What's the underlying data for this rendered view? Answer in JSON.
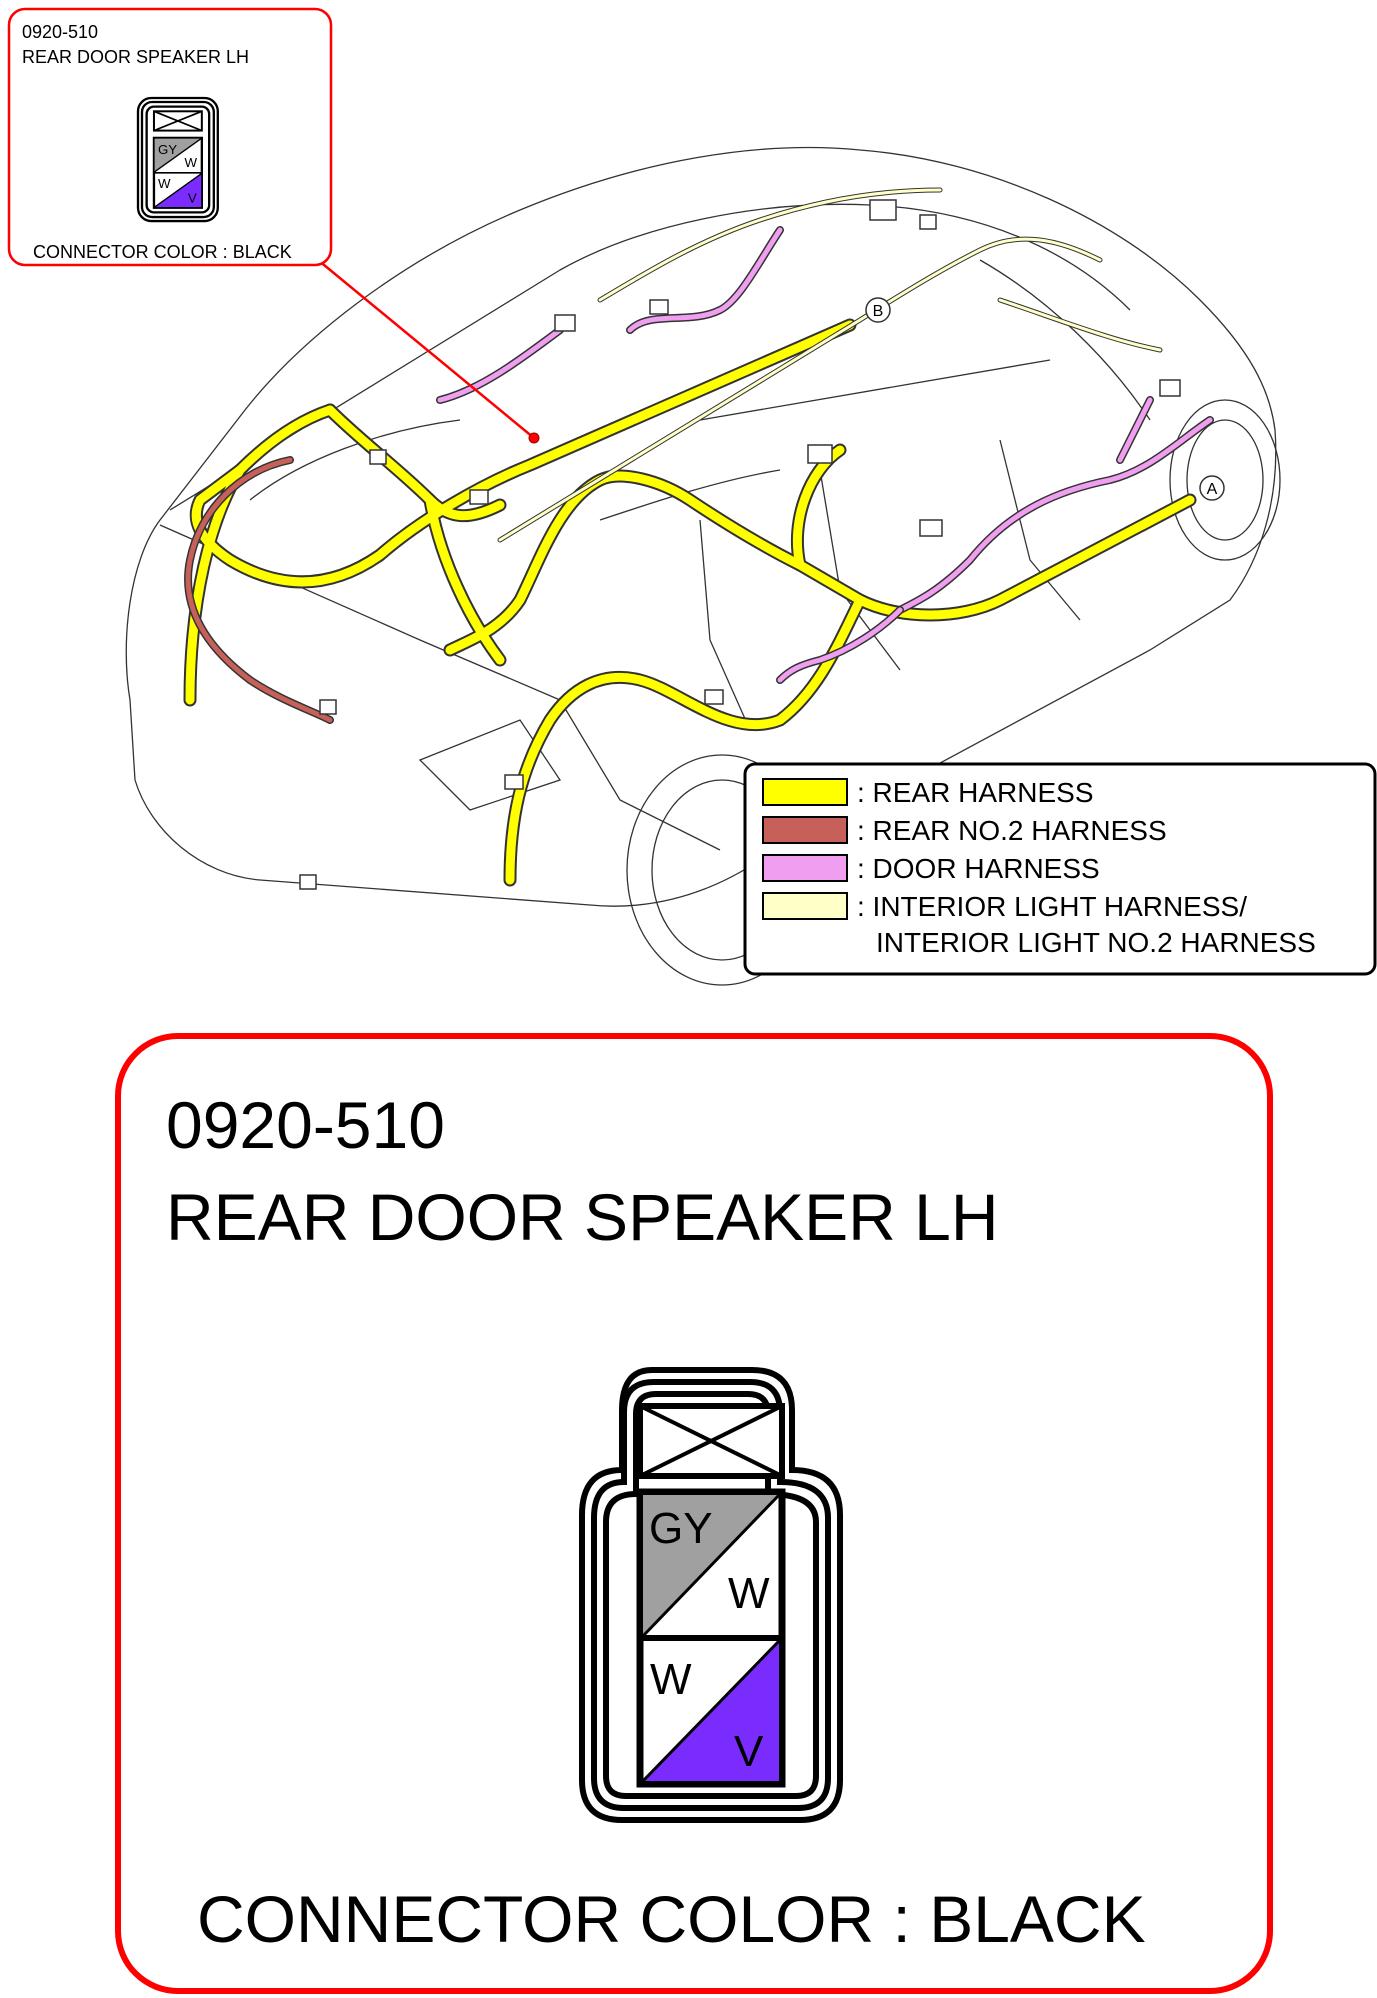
{
  "small_callout": {
    "code": "0920-510",
    "name": "REAR DOOR SPEAKER LH",
    "connector_color": "CONNECTOR COLOR : BLACK"
  },
  "markers": {
    "a": "A",
    "b": "B"
  },
  "legend": [
    {
      "label": ": REAR HARNESS",
      "color": "#ffff00"
    },
    {
      "label": ": REAR NO.2 HARNESS",
      "color": "#c8605a"
    },
    {
      "label": ": DOOR HARNESS",
      "color": "#f09ef0"
    },
    {
      "label": ": INTERIOR LIGHT HARNESS/",
      "label2": "INTERIOR LIGHT NO.2 HARNESS",
      "color": "#ffffc8"
    }
  ],
  "large_callout": {
    "code": "0920-510",
    "name": "REAR DOOR SPEAKER LH",
    "connector_color": "CONNECTOR COLOR : BLACK"
  },
  "connector": {
    "pins": [
      {
        "top": "GY",
        "bottom": "W",
        "fill": "#a0a0a0"
      },
      {
        "top": "W",
        "bottom": "V",
        "fill": "#7a2cff"
      }
    ]
  },
  "colors": {
    "callout_border": "#ff0000",
    "rear": "#ffff00",
    "rear_no2": "#c8605a",
    "door": "#f09ef0",
    "interior": "#ffffc8"
  }
}
